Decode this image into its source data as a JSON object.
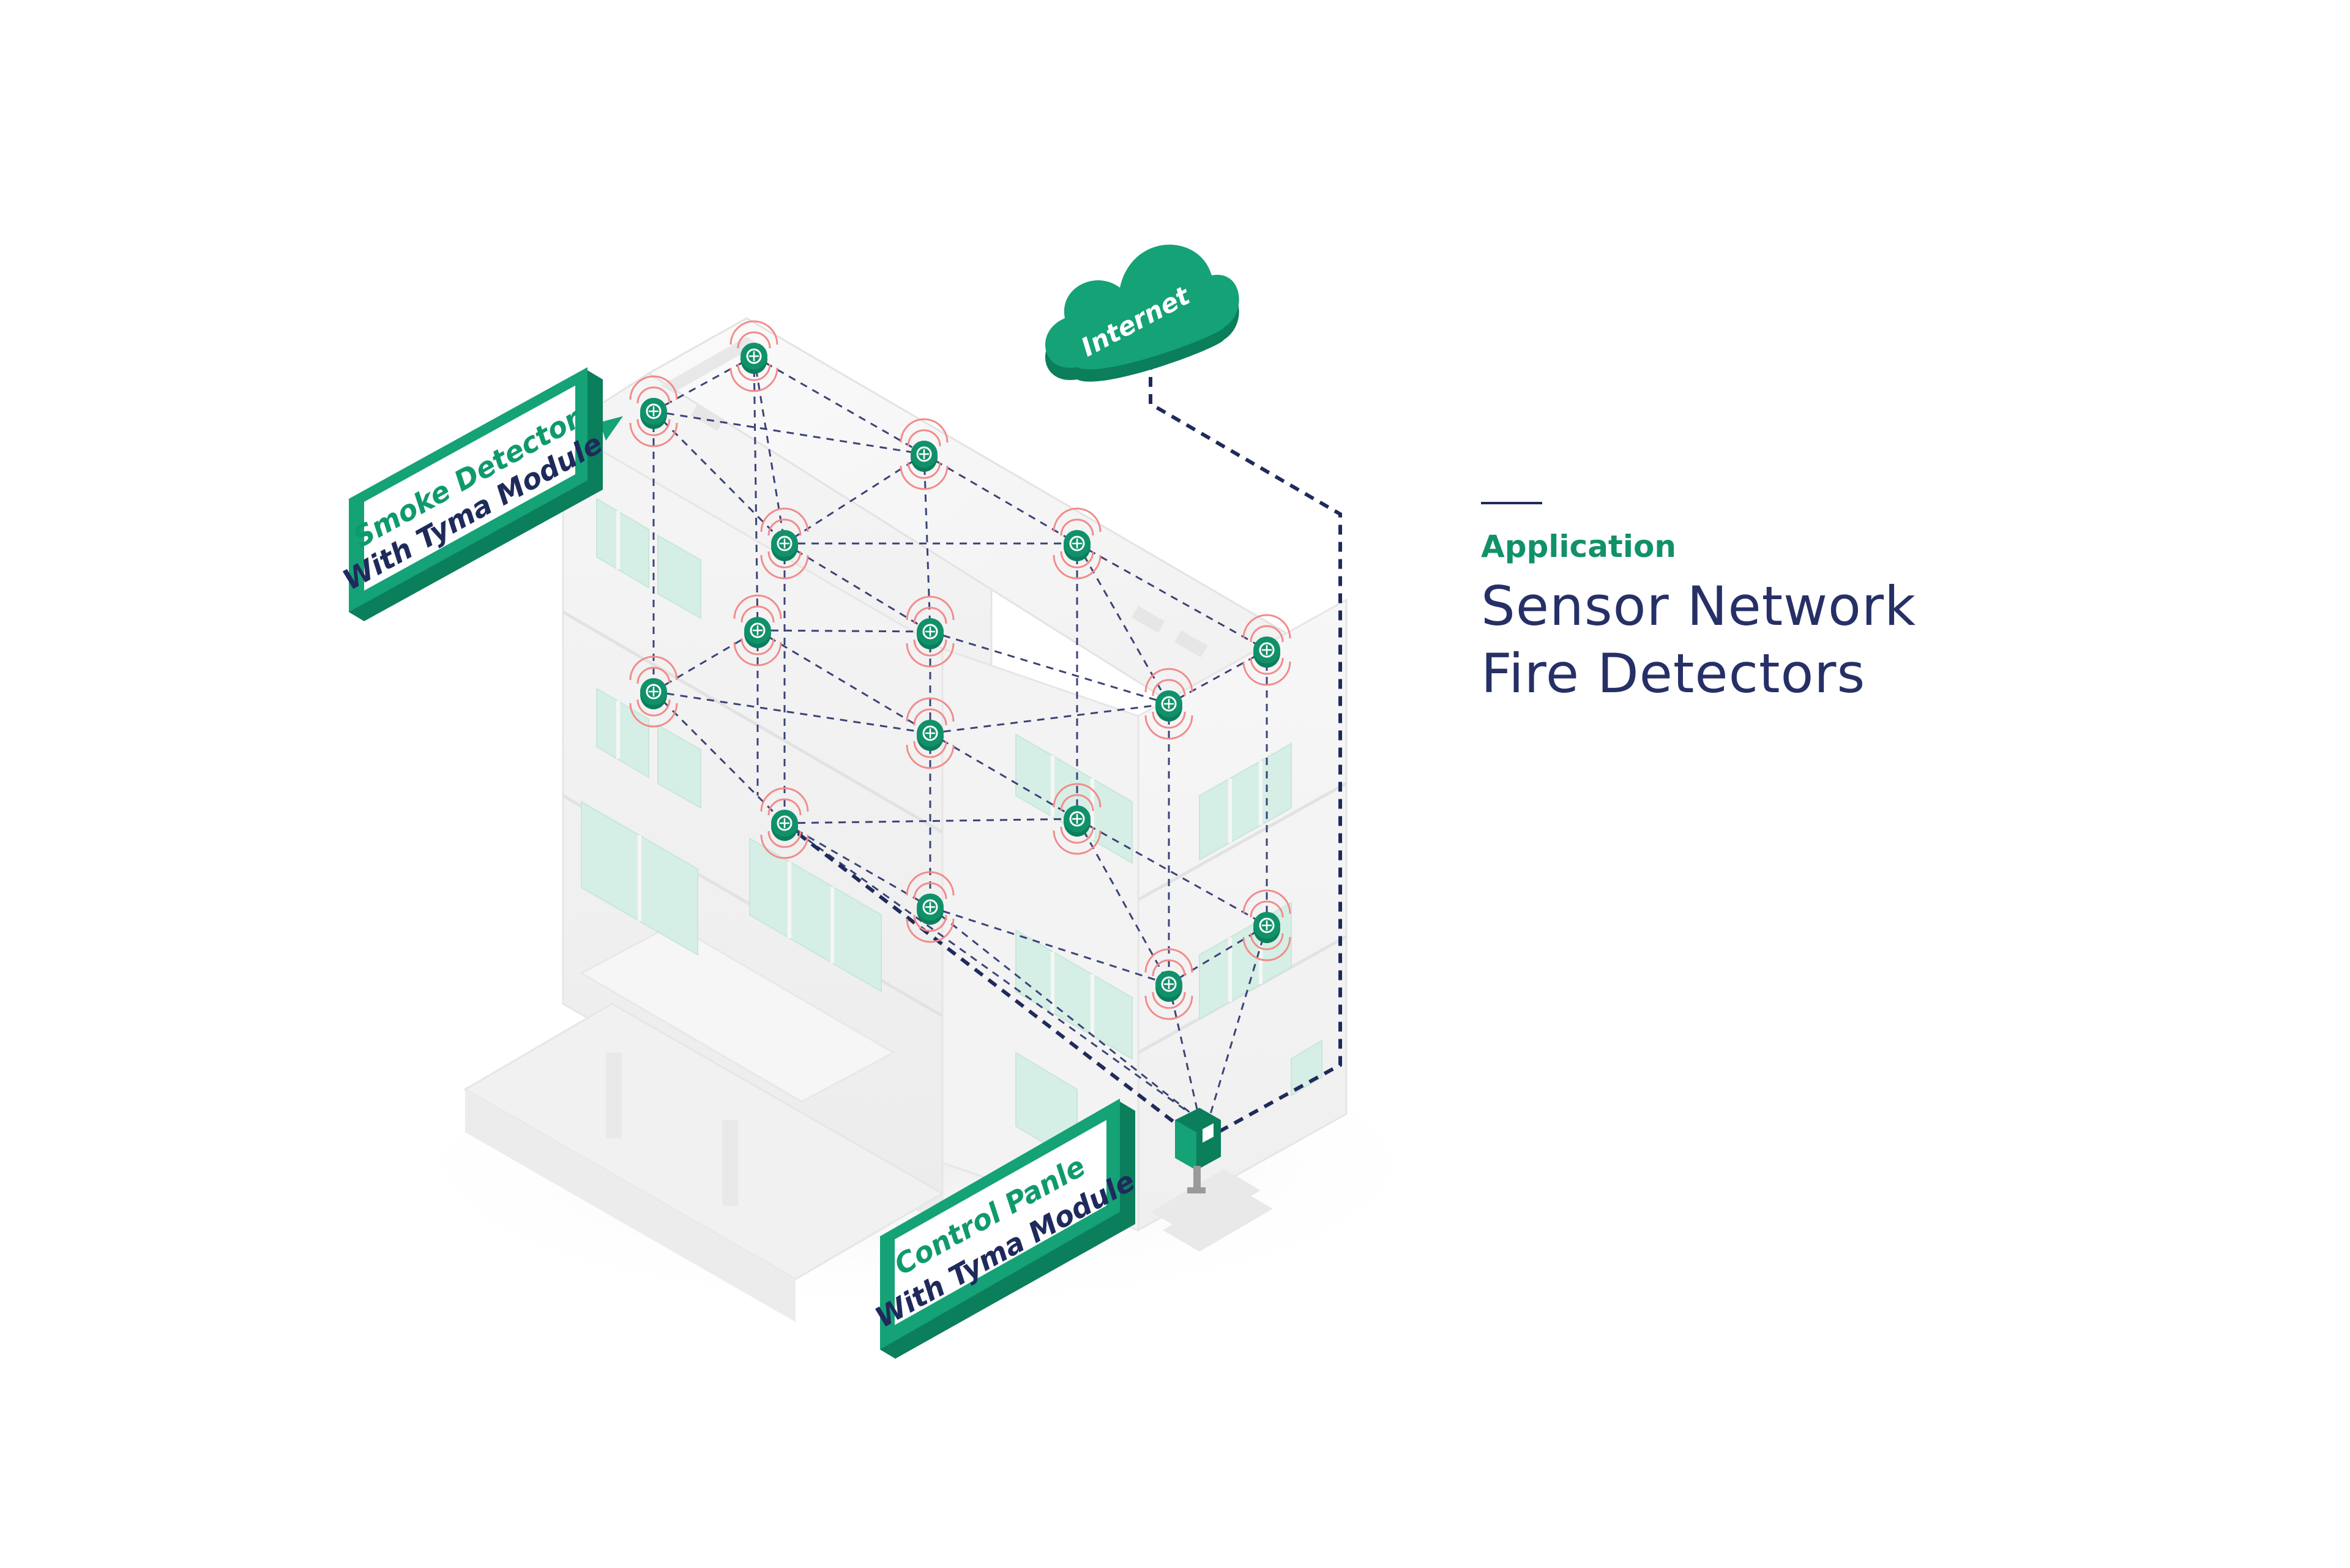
{
  "heading": {
    "eyebrow": "Application",
    "line1": "Sensor Network",
    "line2": "Fire Detectors"
  },
  "cloud": {
    "label": "Internet"
  },
  "callouts": {
    "smoke": {
      "line1": "Smoke Detector",
      "line2": "With Tyma Module"
    },
    "panel": {
      "line1": "Control Panle",
      "line2": "With Tyma Module"
    }
  },
  "colors": {
    "brand_green": "#11916a",
    "navy": "#1f2a5c",
    "building": "#f2f2f2",
    "window": "#d6efe6",
    "signal": "#f28b8b"
  }
}
